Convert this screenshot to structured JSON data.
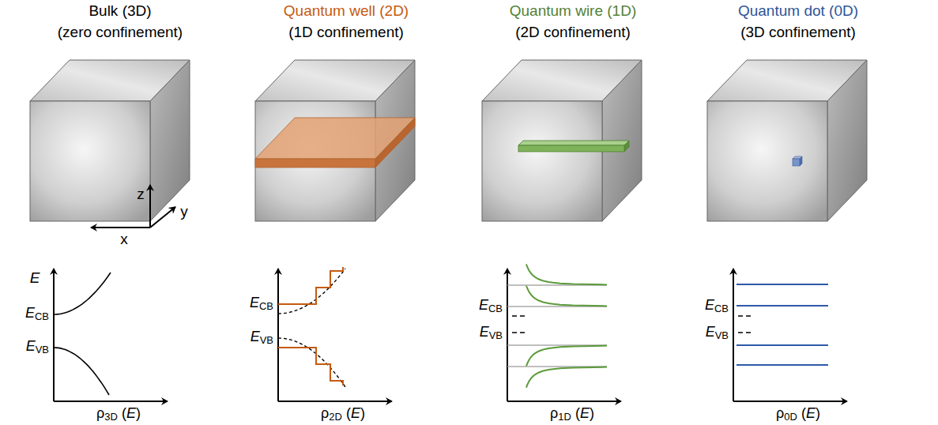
{
  "diagram": {
    "labels": [
      "Bulk (3D)",
      "(zero confinement)",
      "Quantum well (2D)",
      "(1D confinement)",
      "Quantum wire (1D)",
      "(2D confinement)",
      "Quantum dot (0D)",
      "(3D confinement)",
      "z",
      "y",
      "x",
      "E",
      "ECB",
      "EVB",
      "ρ3D (E)",
      "ECB",
      "EVB",
      "ρ2D (E)",
      "ECB",
      "EVB",
      "ρ1D (E)",
      "ECB",
      "EVB",
      "ρ0D (E)"
    ]
  }
}
